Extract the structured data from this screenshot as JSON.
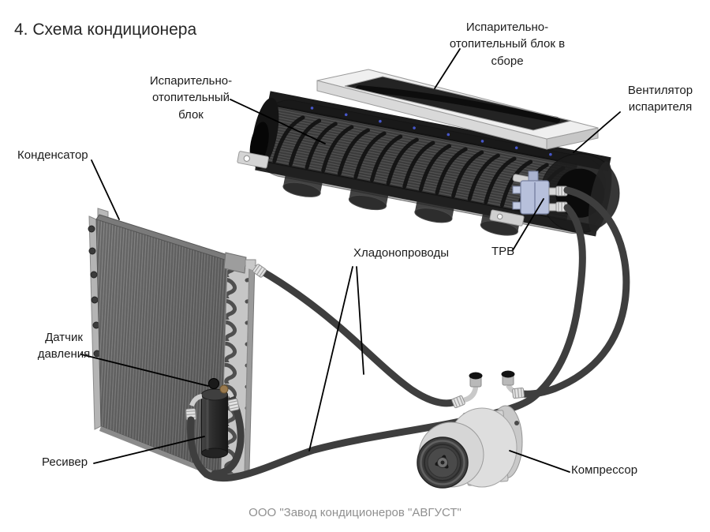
{
  "title": "4. Схема кондиционера",
  "footer": "ООО \"Завод кондиционеров \"АВГУСТ\"",
  "labels": {
    "evaporator_assembly": "Испарительно-отопительный блок в сборе",
    "evaporator_unit": "Испарительно-отопительный блок",
    "evaporator_fan": "Вентилятор испарителя",
    "condenser": "Конденсатор",
    "refrigerant_lines": "Хладонопроводы",
    "trv": "ТРВ",
    "pressure_sensor": "Датчик давления",
    "receiver": "Ресивер",
    "compressor": "Компрессор"
  },
  "colors": {
    "background": "#ffffff",
    "label_text": "#1b1b1b",
    "footer_text": "#909090",
    "leader_line": "#000000",
    "hose": "#3e3e3e",
    "trv_valve": "#b7c0db",
    "frame": "#efefef",
    "condenser_fins": "#686868"
  }
}
